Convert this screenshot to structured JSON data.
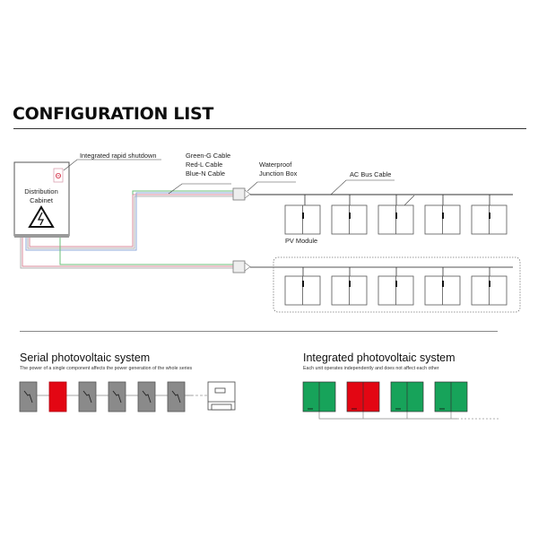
{
  "header": {
    "title": "CONFIGURATION LIST"
  },
  "diagram": {
    "cabinet": {
      "label_line1": "Distribution",
      "label_line2": "Cabinet",
      "icon": "high-voltage-warning-icon"
    },
    "callouts": {
      "rapid_shutdown": "Integrated rapid shutdown",
      "cable_green": "Green-G Cable",
      "cable_red": "Red-L Cable",
      "cable_blue": "Blue-N Cable",
      "junction_line1": "Waterproof",
      "junction_line2": "Junction Box",
      "ac_bus": "AC Bus Cable",
      "pv_module": "PV Module"
    },
    "cable_colors": {
      "green": "#6bbf7a",
      "red": "#d98a9a",
      "blue": "#8fa8d8"
    },
    "rows": [
      {
        "modules": 5,
        "grouped": false
      },
      {
        "modules": 5,
        "grouped": true
      }
    ]
  },
  "serial": {
    "title": "Serial photovoltaic system",
    "subtitle": "The power of a single component affects the power generation of the whole series",
    "panels": [
      "gray",
      "red",
      "gray",
      "gray",
      "gray",
      "gray"
    ],
    "end_device": "inverter-icon",
    "colors": {
      "gray": "#8a8a8a",
      "red": "#e30613"
    }
  },
  "integrated": {
    "title": "Integrated photovoltaic system",
    "subtitle": "Each unit operates independently and does not affect each other",
    "panels": [
      "green",
      "red",
      "green",
      "green"
    ],
    "colors": {
      "green": "#17a35a",
      "red": "#e30613"
    }
  }
}
